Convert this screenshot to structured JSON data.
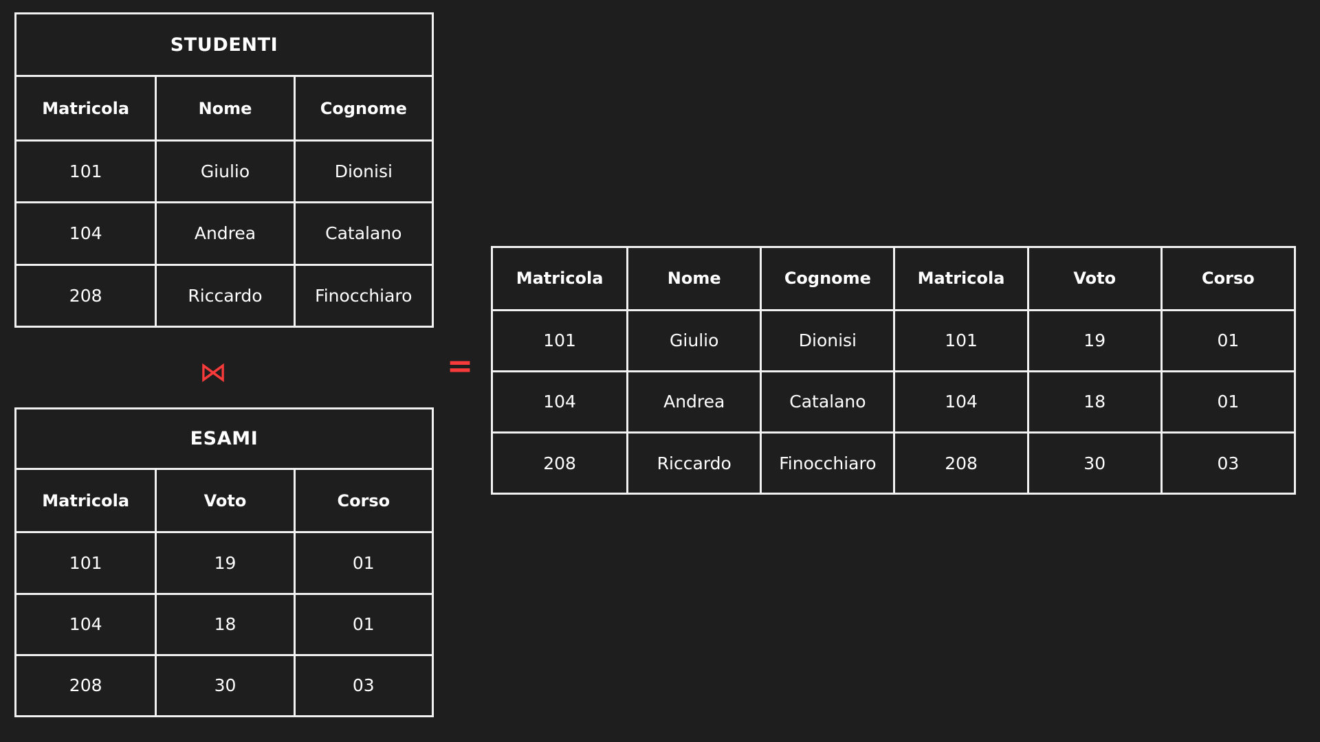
{
  "background_color": "#1e1e1e",
  "border_color": "#f2f2f2",
  "text_color": "#ffffff",
  "accent_color": "#f73a3a",
  "operators": {
    "join": {
      "symbol": "⋈",
      "name": "natural-join"
    },
    "equals": {
      "symbol": "=",
      "name": "equals"
    }
  },
  "tables": {
    "studenti": {
      "title": "STUDENTI",
      "columns": [
        "Matricola",
        "Nome",
        "Cognome"
      ],
      "rows": [
        [
          "101",
          "Giulio",
          "Dionisi"
        ],
        [
          "104",
          "Andrea",
          "Catalano"
        ],
        [
          "208",
          "Riccardo",
          "Finocchiaro"
        ]
      ]
    },
    "esami": {
      "title": "ESAMI",
      "columns": [
        "Matricola",
        "Voto",
        "Corso"
      ],
      "rows": [
        [
          "101",
          "19",
          "01"
        ],
        [
          "104",
          "18",
          "01"
        ],
        [
          "208",
          "30",
          "03"
        ]
      ]
    },
    "result": {
      "title": "",
      "columns": [
        "Matricola",
        "Nome",
        "Cognome",
        "Matricola",
        "Voto",
        "Corso"
      ],
      "rows": [
        [
          "101",
          "Giulio",
          "Dionisi",
          "101",
          "19",
          "01"
        ],
        [
          "104",
          "Andrea",
          "Catalano",
          "104",
          "18",
          "01"
        ],
        [
          "208",
          "Riccardo",
          "Finocchiaro",
          "208",
          "30",
          "03"
        ]
      ]
    }
  }
}
